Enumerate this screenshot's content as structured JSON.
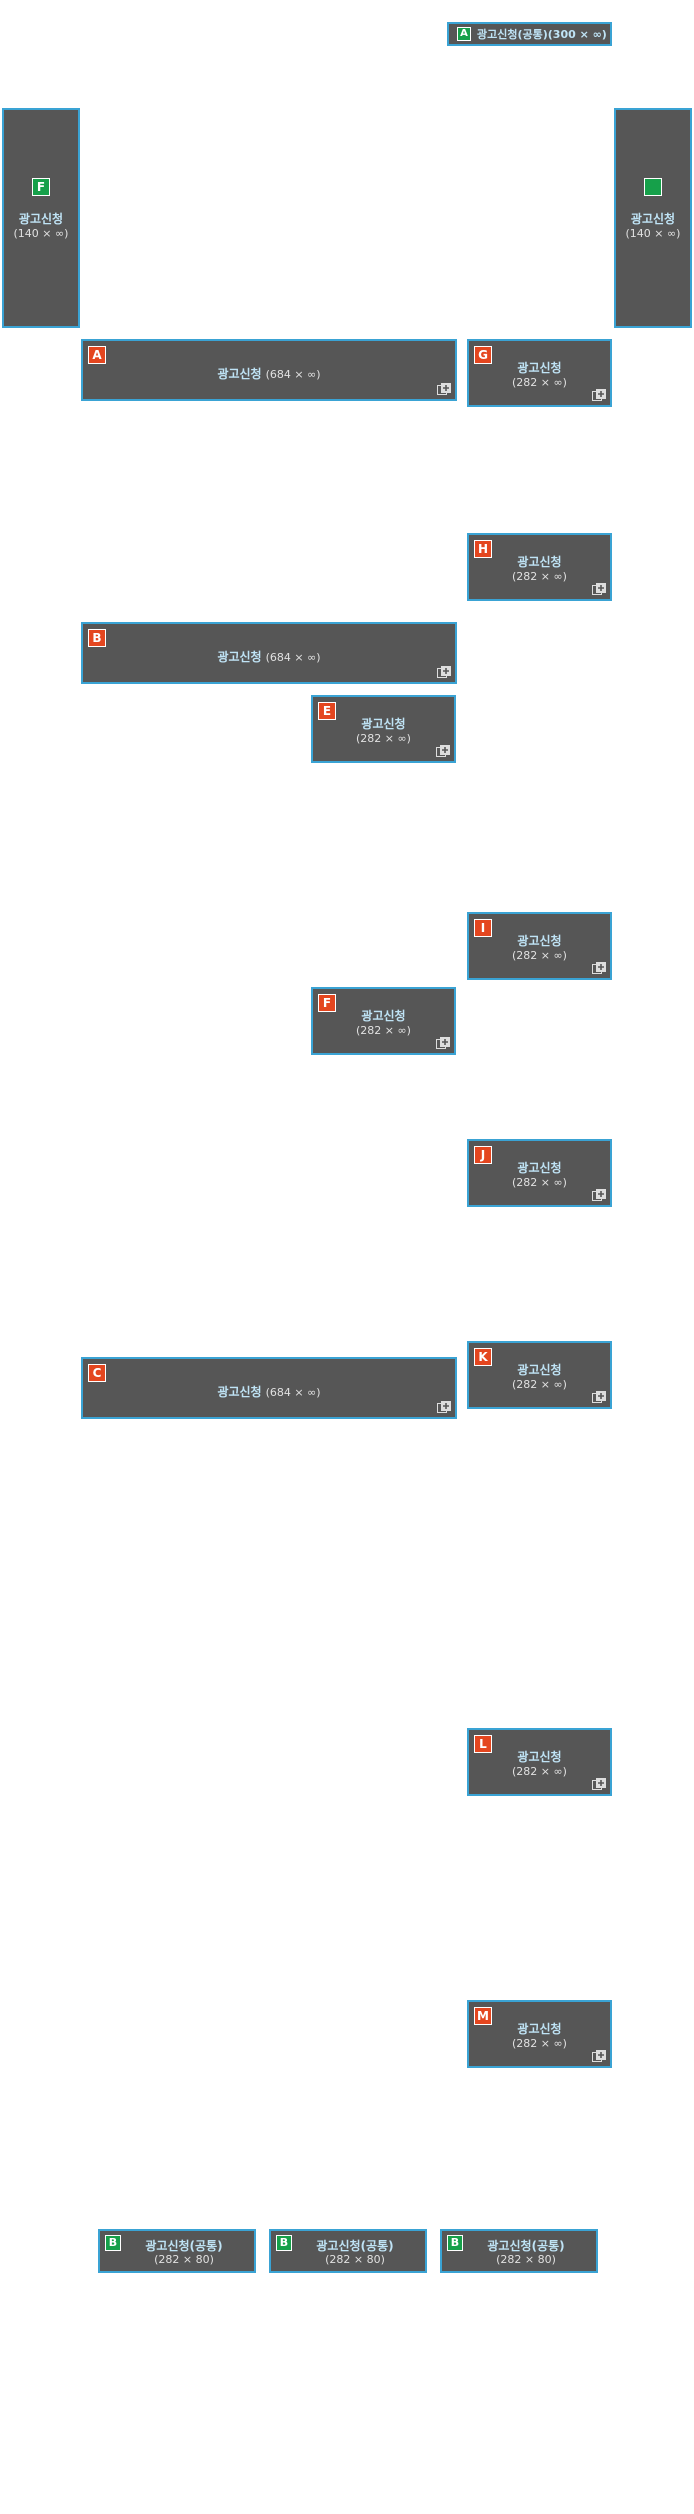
{
  "top_banner": {
    "badge": "A",
    "title": "광고신청(공통)",
    "size": "(300 × ∞)"
  },
  "left_sidebar": {
    "badge": "F",
    "title": "광고신청",
    "size": "(140 × ∞)"
  },
  "right_sidebar": {
    "badge": "",
    "title": "광고신청",
    "size": "(140 × ∞)"
  },
  "wide": [
    {
      "badge": "A",
      "title": "광고신청",
      "size": "(684 × ∞)"
    },
    {
      "badge": "B",
      "title": "광고신청",
      "size": "(684 × ∞)"
    },
    {
      "badge": "C",
      "title": "광고신청",
      "size": "(684 × ∞)"
    }
  ],
  "right_col": [
    {
      "badge": "G",
      "title": "광고신청",
      "size": "(282 × ∞)"
    },
    {
      "badge": "H",
      "title": "광고신청",
      "size": "(282 × ∞)"
    },
    {
      "badge": "I",
      "title": "광고신청",
      "size": "(282 × ∞)"
    },
    {
      "badge": "J",
      "title": "광고신청",
      "size": "(282 × ∞)"
    },
    {
      "badge": "K",
      "title": "광고신청",
      "size": "(282 × ∞)"
    },
    {
      "badge": "L",
      "title": "광고신청",
      "size": "(282 × ∞)"
    },
    {
      "badge": "M",
      "title": "광고신청",
      "size": "(282 × ∞)"
    }
  ],
  "mid_col": [
    {
      "badge": "E",
      "title": "광고신청",
      "size": "(282 × ∞)"
    },
    {
      "badge": "F",
      "title": "광고신청",
      "size": "(282 × ∞)"
    }
  ],
  "bottom": [
    {
      "badge": "B",
      "title": "광고신청(공통)",
      "size": "(282 × 80)"
    },
    {
      "badge": "B",
      "title": "광고신청(공통)",
      "size": "(282 × 80)"
    },
    {
      "badge": "B",
      "title": "광고신청(공통)",
      "size": "(282 × 80)"
    }
  ],
  "colors": {
    "panel": "#565656",
    "border": "#3aa3d4",
    "badge_red": "#e4461f",
    "badge_green": "#16a04a"
  }
}
